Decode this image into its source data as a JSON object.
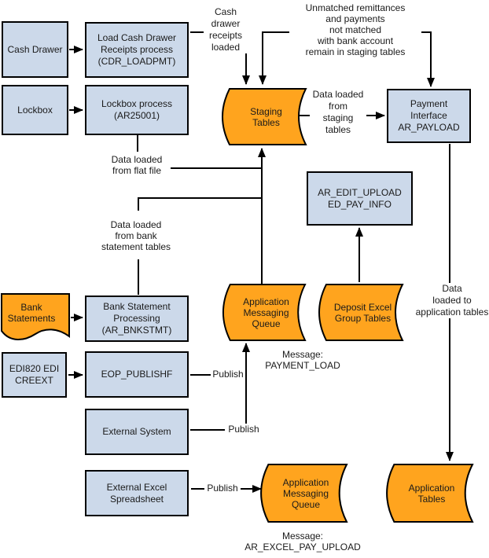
{
  "colors": {
    "box_fill": "#ccd9ea",
    "store_fill": "#ffa41e",
    "line": "#000000",
    "text": "#1a1a1a",
    "background": "#ffffff"
  },
  "nodes": {
    "cash_drawer": "Cash Drawer",
    "load_cdr": "Load Cash Drawer\nReceipts process\n(CDR_LOADPMT)",
    "lockbox": "Lockbox",
    "lockbox_process": "Lockbox process\n(AR25001)",
    "payment_interface": "Payment\nInterface\nAR_PAYLOAD",
    "ar_edit_upload": "AR_EDIT_UPLOAD\nED_PAY_INFO",
    "bank_stmt_processing": "Bank Statement\nProcessing\n(AR_BNKSTMT)",
    "edi820": "EDI820 EDI\nCREEXT",
    "eop_publishf": "EOP_PUBLISHF",
    "external_system": "External System",
    "external_excel": "External Excel\nSpreadsheet"
  },
  "stores": {
    "staging_tables": "Staging\nTables",
    "amq_mid": "Application\nMessaging\nQueue",
    "deposit_excel": "Deposit Excel\nGroup Tables",
    "amq_bottom": "Application\nMessaging\nQueue",
    "app_tables": "Application\nTables",
    "bank_statements": "Bank\nStatements"
  },
  "annotations": {
    "cash_drawer_loaded": "Cash\ndrawer\nreceipts\nloaded",
    "unmatched": "Unmatched remittances\nand payments\nnot matched\nwith bank account\nremain in staging tables",
    "from_staging": "Data loaded\nfrom\nstaging\ntables",
    "flat_file": "Data loaded\nfrom flat file",
    "bank_stmt_tables": "Data loaded\nfrom bank\nstatement tables",
    "msg_payment_load": "Message:\nPAYMENT_LOAD",
    "to_app_tables": "Data\nloaded to\napplication tables",
    "publish_1": "Publish",
    "publish_2": "Publish",
    "publish_3": "Publish",
    "msg_excel_upload": "Message:\nAR_EXCEL_PAY_UPLOAD"
  }
}
